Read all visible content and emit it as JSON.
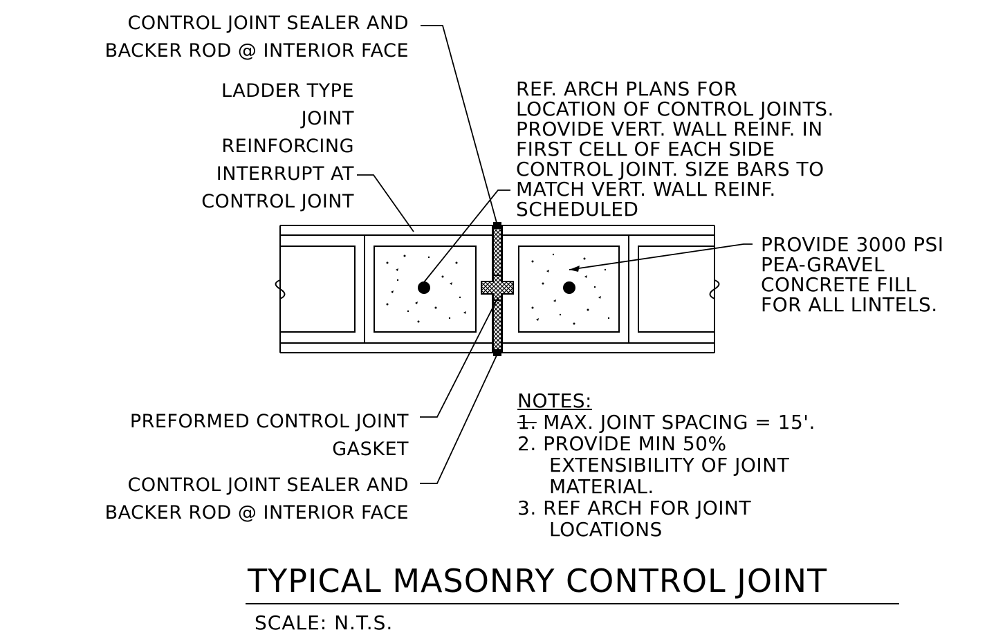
{
  "labels": {
    "sealer_top": [
      "CONTROL JOINT SEALER AND",
      "BACKER ROD @ INTERIOR FACE"
    ],
    "ladder": [
      "LADDER TYPE",
      "JOINT",
      "REINFORCING",
      "INTERRUPT AT",
      "CONTROL JOINT"
    ],
    "ref_arch": [
      "REF. ARCH PLANS FOR",
      "LOCATION OF CONTROL JOINTS.",
      "PROVIDE VERT. WALL REINF. IN",
      "FIRST CELL OF EACH SIDE",
      "CONTROL JOINT. SIZE BARS TO",
      "MATCH VERT. WALL REINF.",
      "SCHEDULED"
    ],
    "concrete_fill": [
      "PROVIDE 3000 PSI",
      "PEA-GRAVEL",
      "CONCRETE FILL",
      "FOR ALL LINTELS."
    ],
    "gasket": [
      "PREFORMED CONTROL JOINT",
      "GASKET"
    ],
    "sealer_bottom": [
      "CONTROL JOINT SEALER AND",
      "BACKER ROD @ INTERIOR FACE"
    ]
  },
  "notes": {
    "heading": "NOTES:",
    "items": [
      {
        "num": "1.",
        "text": "MAX. JOINT SPACING = 15'."
      },
      {
        "num": "2.",
        "lines": [
          "PROVIDE MIN 50%",
          "EXTENSIBILITY OF JOINT",
          "MATERIAL."
        ]
      },
      {
        "num": "3.",
        "lines": [
          "REF ARCH FOR JOINT",
          "LOCATIONS"
        ]
      }
    ]
  },
  "title": "TYPICAL MASONRY CONTROL JOINT",
  "scale": "SCALE: N.T.S."
}
